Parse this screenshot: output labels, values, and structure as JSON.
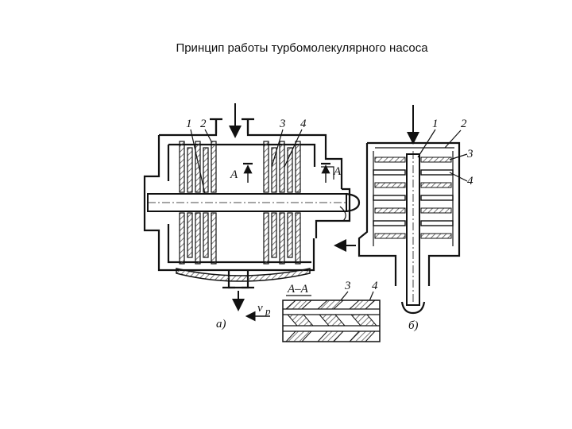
{
  "slide": {
    "title": "Принцип работы турбомолекулярного насоса"
  },
  "figure_a": {
    "caption": "а)",
    "labels": {
      "rotor": "1",
      "housing": "2",
      "rotor_disk": "3",
      "stator_disk": "4"
    },
    "section_mark": "А",
    "section_title": "А–А",
    "section_labels": {
      "rotor_disk": "3",
      "stator_disk": "4"
    },
    "velocity_label": "v",
    "velocity_sub": "р"
  },
  "figure_b": {
    "caption": "б)",
    "labels": {
      "rotor": "1",
      "housing": "2",
      "rotor_disk": "3",
      "stator_disk": "4"
    }
  },
  "colors": {
    "ink": "#111111",
    "hatch": "#555555",
    "background": "#ffffff"
  }
}
